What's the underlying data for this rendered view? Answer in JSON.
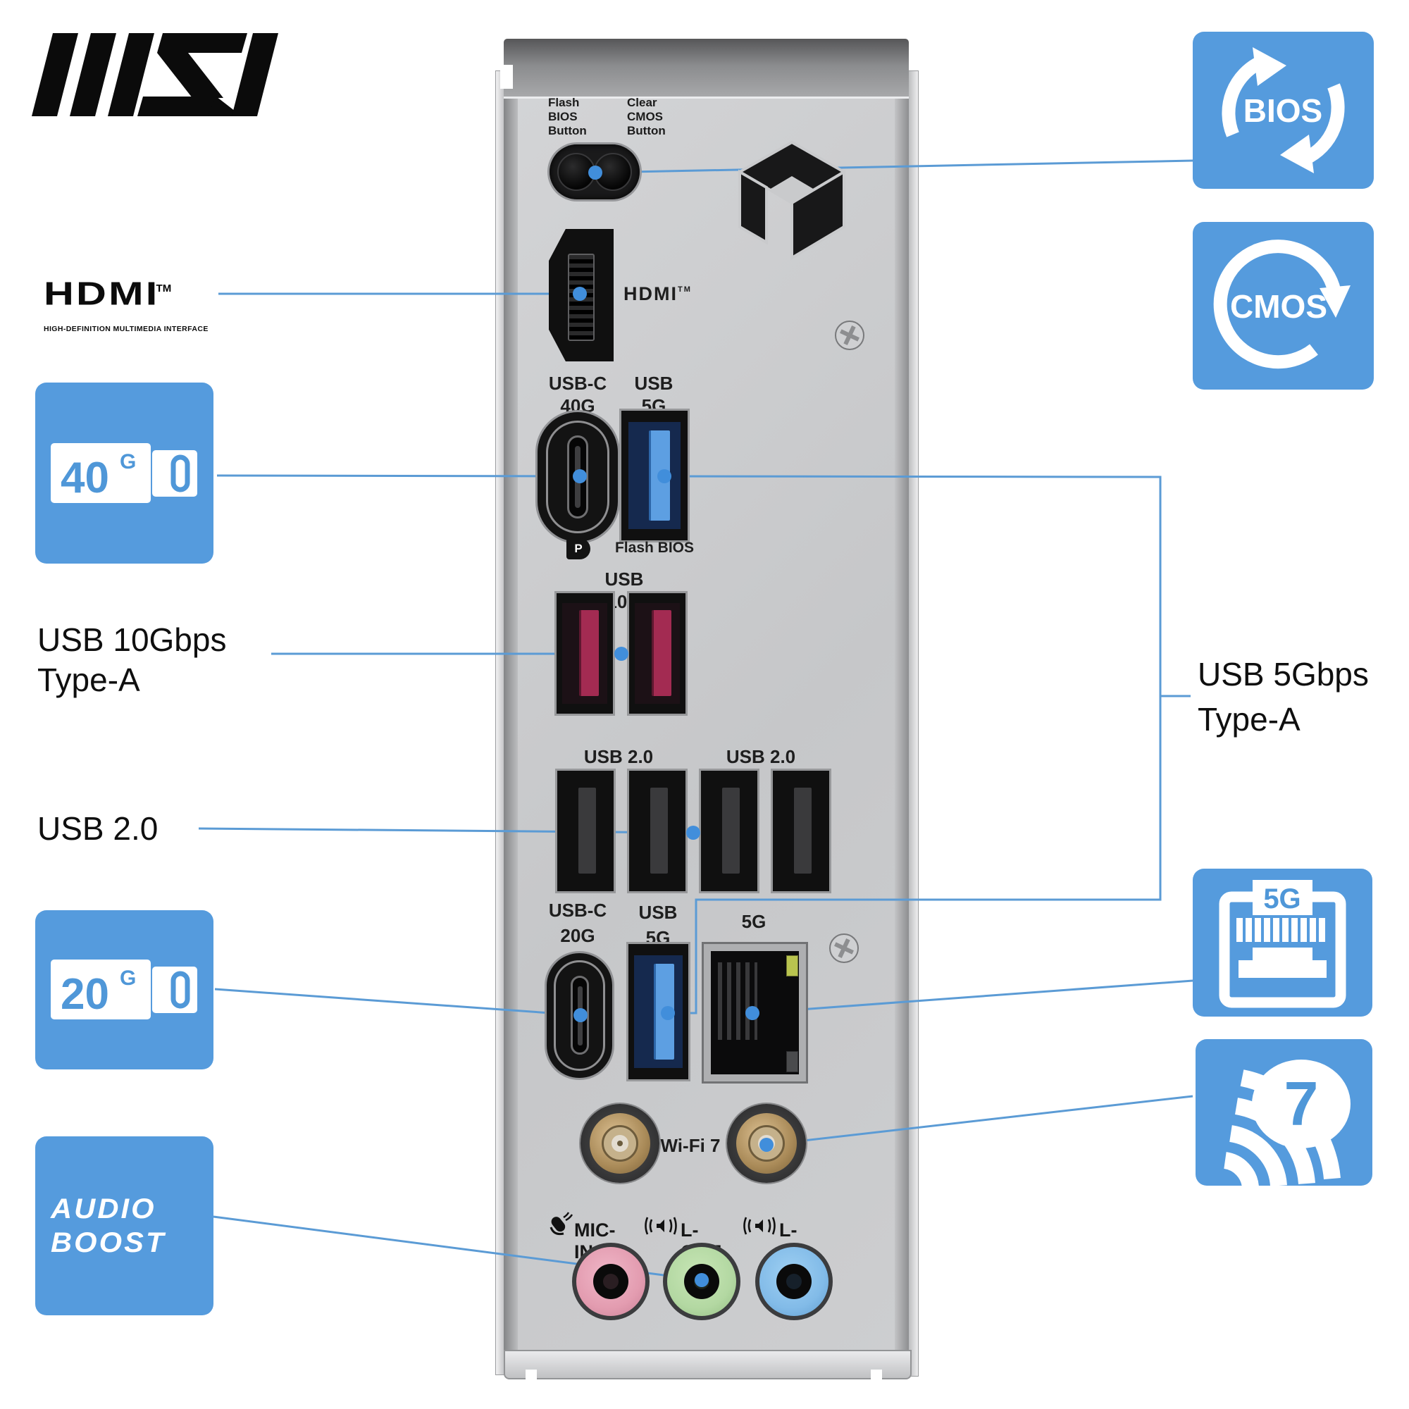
{
  "brand": {
    "msi": "MSI"
  },
  "colors": {
    "callout_blue": "#559bdd",
    "line_blue": "#5b9bd5",
    "usb10g_red": "#a32b52",
    "usb5g_blue": "#5d9fe2"
  },
  "hdmi_logo": {
    "text": "HDMI",
    "tm": "TM",
    "tagline": "HIGH-DEFINITION MULTIMEDIA INTERFACE"
  },
  "callouts": {
    "left": {
      "speed40": {
        "value": "40",
        "unit": "G"
      },
      "usb10g": {
        "line1": "USB 10Gbps",
        "line2": "Type-A"
      },
      "usb20": {
        "label": "USB 2.0"
      },
      "speed20": {
        "value": "20",
        "unit": "G"
      },
      "audio": {
        "line1": "AUDIO",
        "line2": "BOOST"
      }
    },
    "right": {
      "bios": "BIOS",
      "cmos": "CMOS",
      "usb5g": {
        "line1": "USB 5Gbps",
        "line2": "Type-A"
      },
      "lan_speed": "5G",
      "wifi_number": "7"
    }
  },
  "panel": {
    "flash_bios_button": [
      "Flash",
      "BIOS",
      "Button"
    ],
    "clear_cmos_button": [
      "Clear",
      "CMOS",
      "Button"
    ],
    "hdmi": {
      "label": "HDMI",
      "tm": "TM"
    },
    "usbc40": {
      "line1": "USB-C",
      "line2": "40G"
    },
    "usb5_top": {
      "line1": "USB",
      "line2": "5G"
    },
    "flash_bios": "Flash BIOS",
    "dp": "P",
    "usb10g": "USB 10G",
    "usb2_label_1": "USB 2.0",
    "usb2_label_2": "USB 2.0",
    "usbc20": {
      "line1": "USB-C",
      "line2": "20G"
    },
    "usb5_bottom": {
      "line1": "USB",
      "line2": "5G"
    },
    "lan": "5G",
    "wifi": "Wi-Fi 7",
    "audio": {
      "mic": "MIC-IN",
      "lout": "L-OUT",
      "lin": "L-IN"
    }
  }
}
